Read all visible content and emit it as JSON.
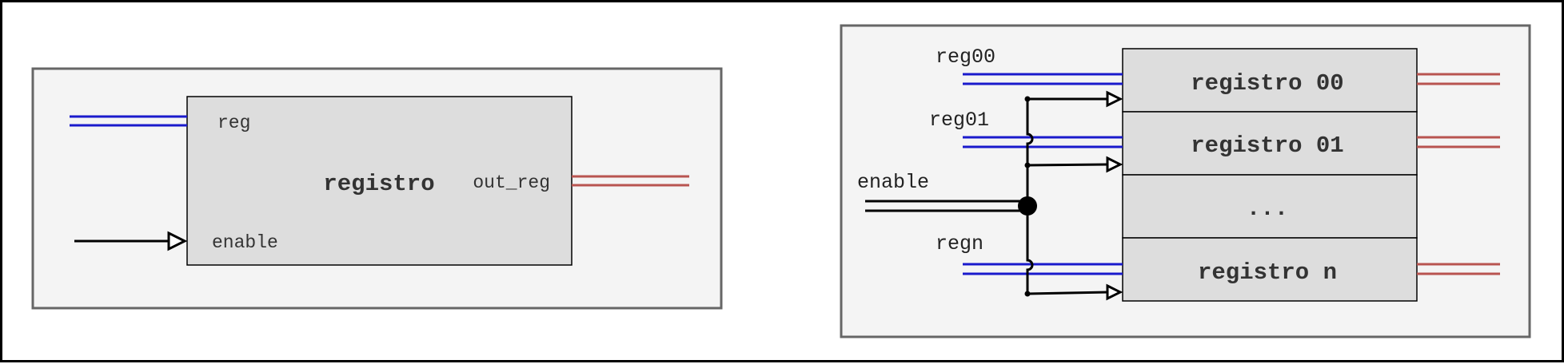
{
  "colors": {
    "panel_fill": "#f4f4f4",
    "panel_stroke": "#666666",
    "block_fill": "#dddddd",
    "input_bus": "#1a1acc",
    "output_bus": "#b85450",
    "wire": "#000000"
  },
  "left_diagram": {
    "block_name": "registro",
    "port_reg": "reg",
    "port_out": "out_reg",
    "port_enable": "enable"
  },
  "right_diagram": {
    "input_labels": {
      "reg00": "reg00",
      "reg01": "reg01",
      "enable": "enable",
      "regn": "regn"
    },
    "registers": [
      {
        "name": "registro 00"
      },
      {
        "name": "registro 01"
      },
      {
        "name": "..."
      },
      {
        "name": "registro n"
      }
    ]
  }
}
